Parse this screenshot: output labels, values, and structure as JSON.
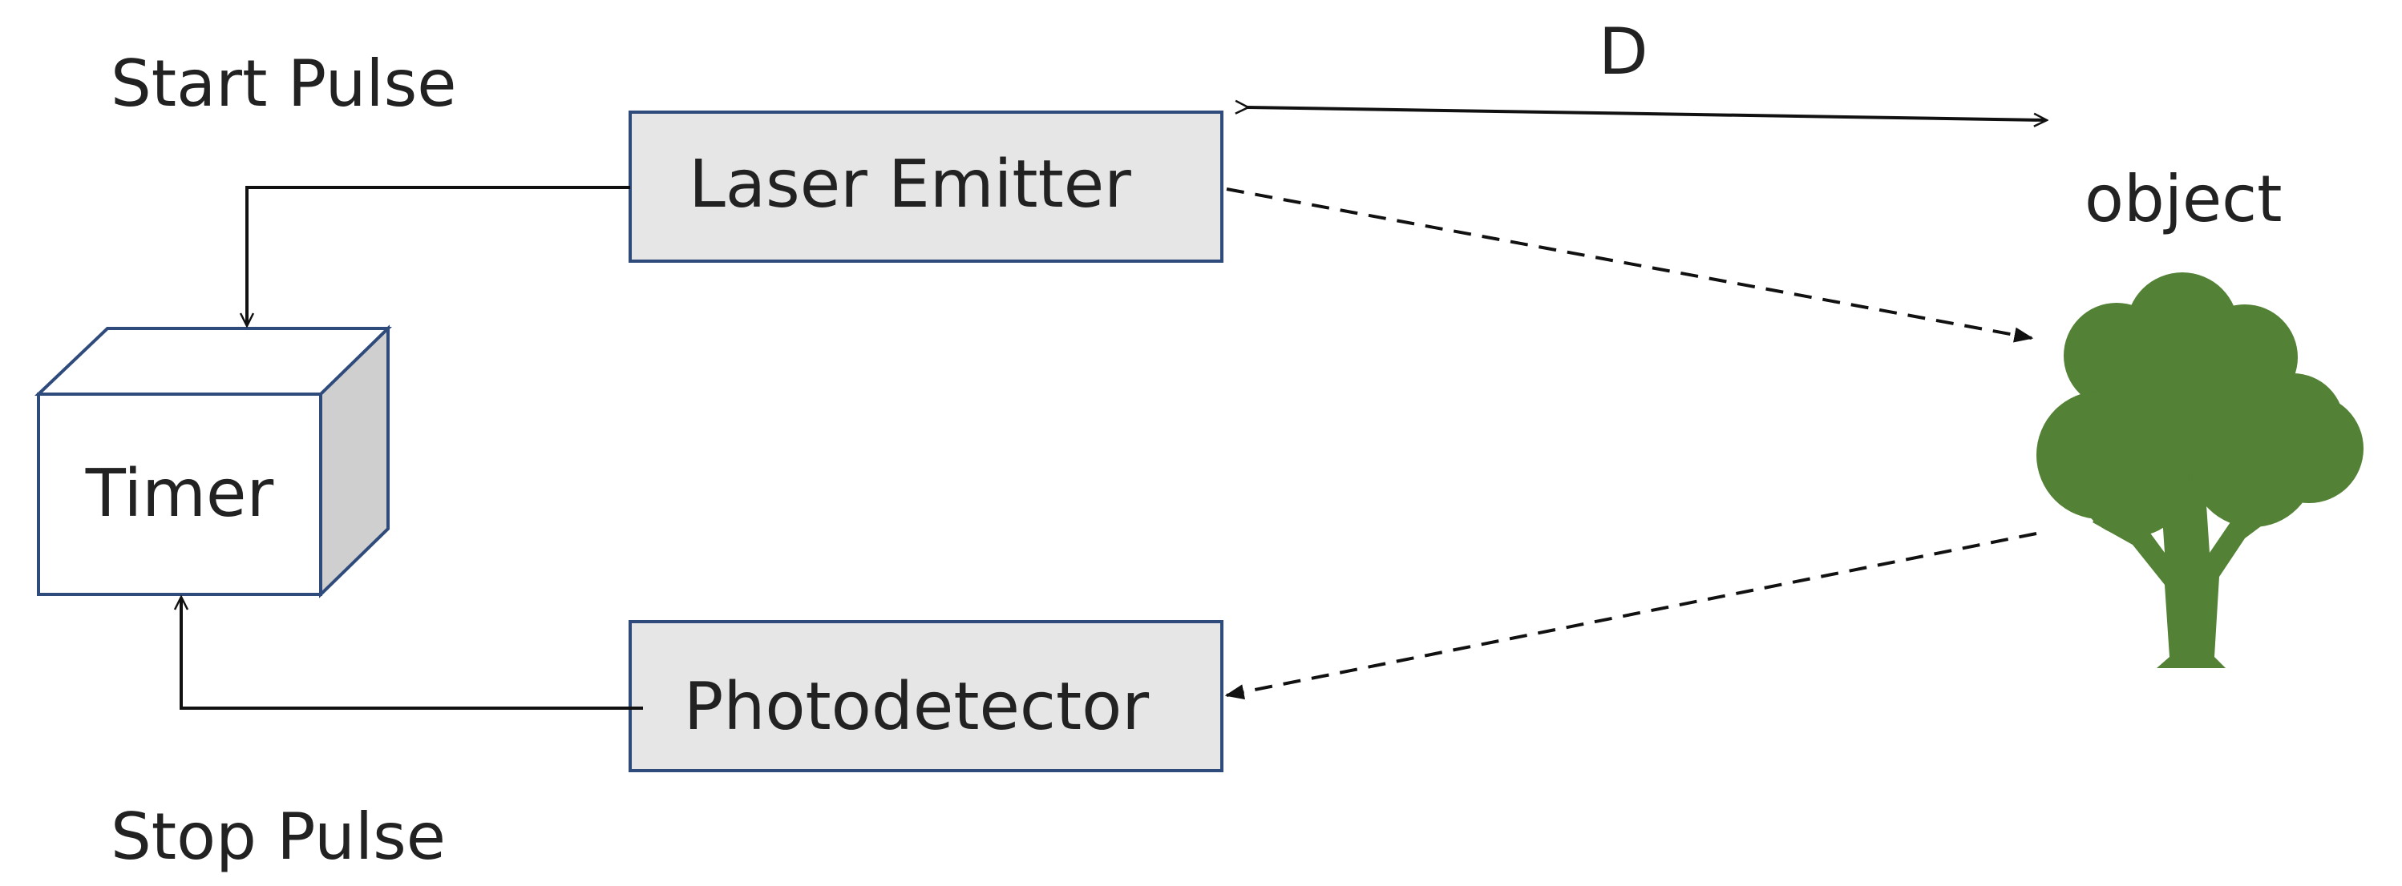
{
  "labels": {
    "start_pulse": "Start Pulse",
    "stop_pulse": "Stop Pulse",
    "distance": "D",
    "object": "object"
  },
  "boxes": {
    "laser_emitter": "Laser Emitter",
    "photodetector": "Photodetector",
    "timer": "Timer"
  },
  "colors": {
    "box_fill": "#e6e6e6",
    "box_stroke": "#2f4b7c",
    "timer_fill": "#ffffff",
    "timer_side": "#cfcfcf",
    "line": "#111111",
    "tree": "#538135"
  },
  "icons": {
    "object": "tree-icon"
  }
}
